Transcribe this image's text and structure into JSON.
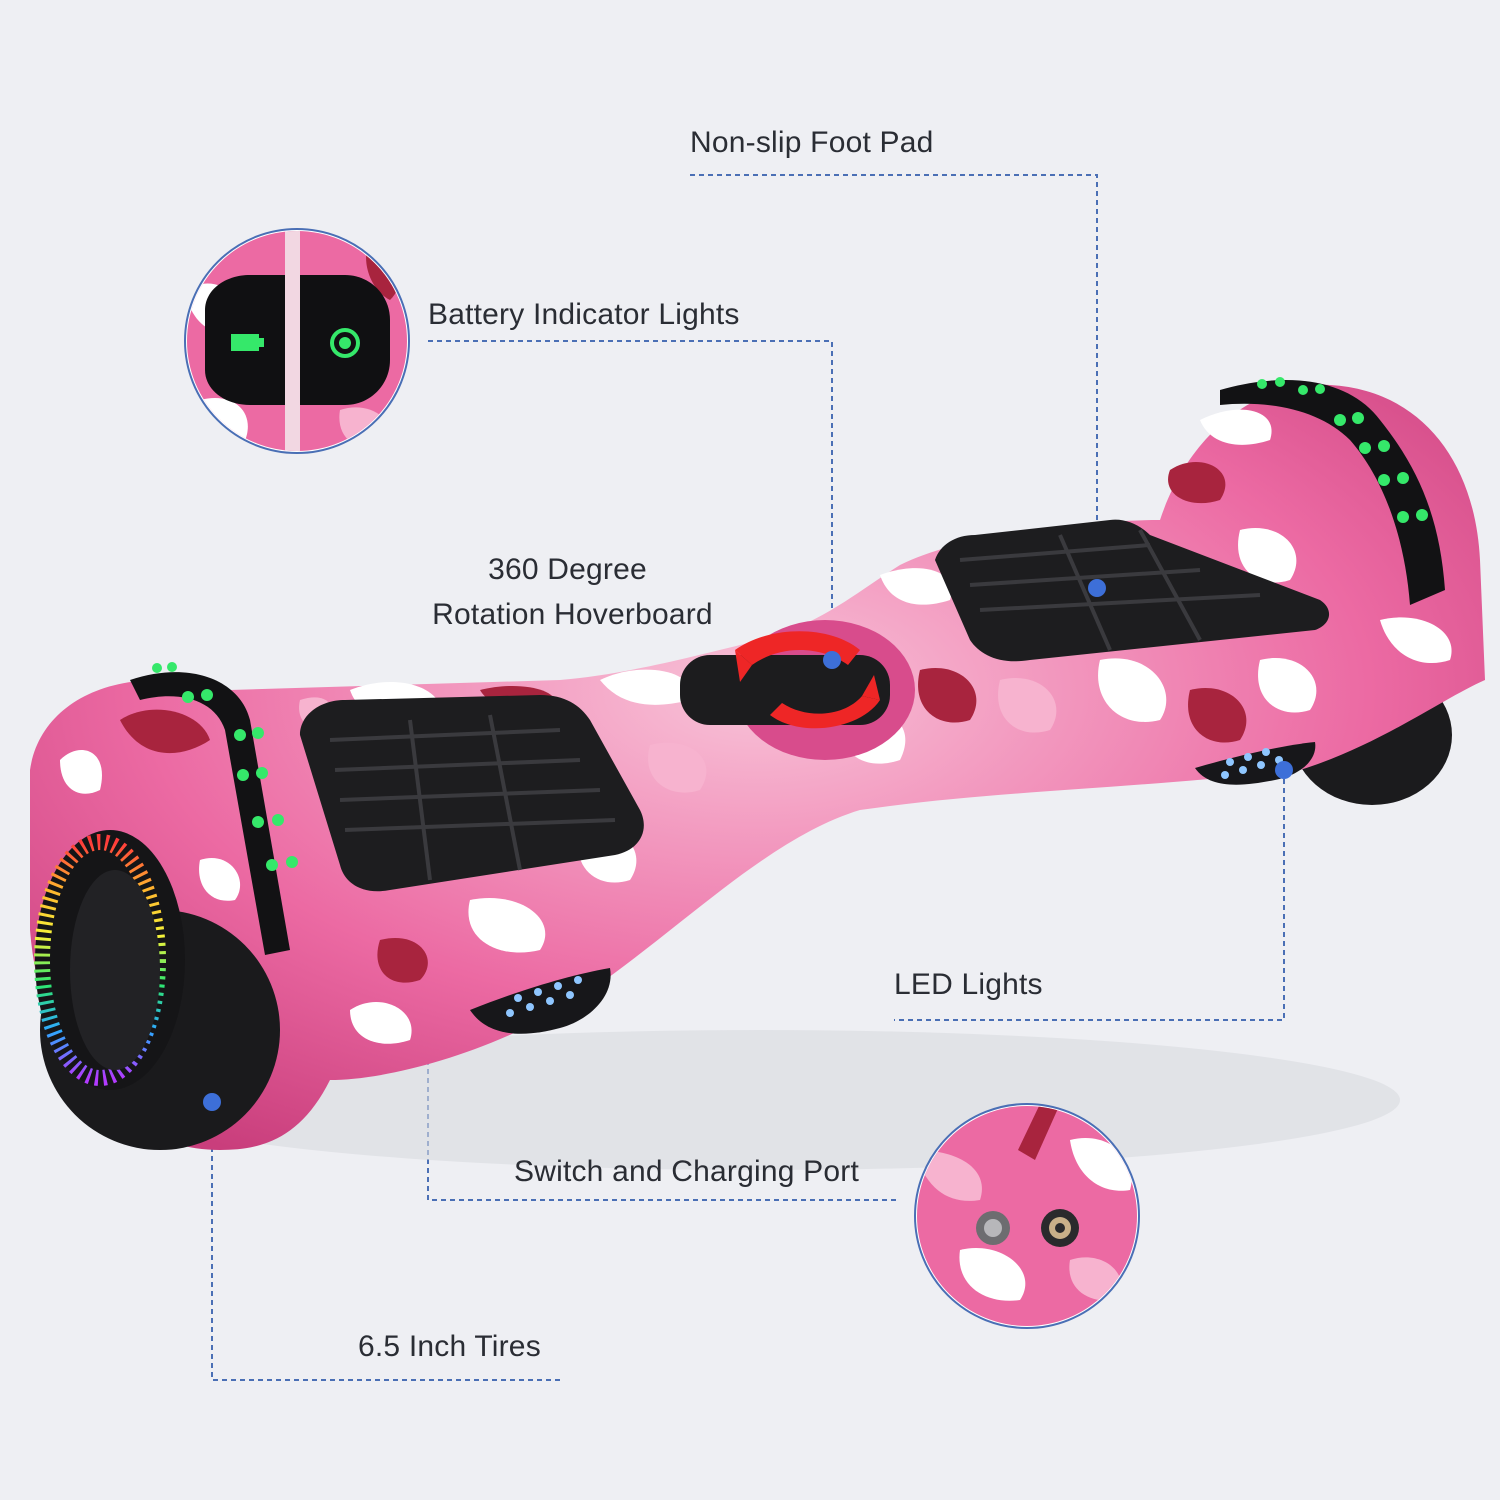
{
  "callouts": {
    "foot_pad": "Non-slip Foot Pad",
    "battery_lights": "Battery Indicator Lights",
    "rotation_line1": "360 Degree",
    "rotation_line2": "Rotation Hoverboard",
    "led_lights": "LED Lights",
    "switch_port": "Switch and Charging Port",
    "tires": "6.5 Inch Tires"
  },
  "colors": {
    "background": "#eeeff3",
    "leader_line": "#4a6fb5",
    "dot": "#3d6fd8",
    "camo_pink": "#e8589a",
    "camo_light": "#f7b3cf",
    "camo_dark": "#a8243e",
    "pad": "#1d1d1f",
    "led_green": "#35e86a"
  }
}
